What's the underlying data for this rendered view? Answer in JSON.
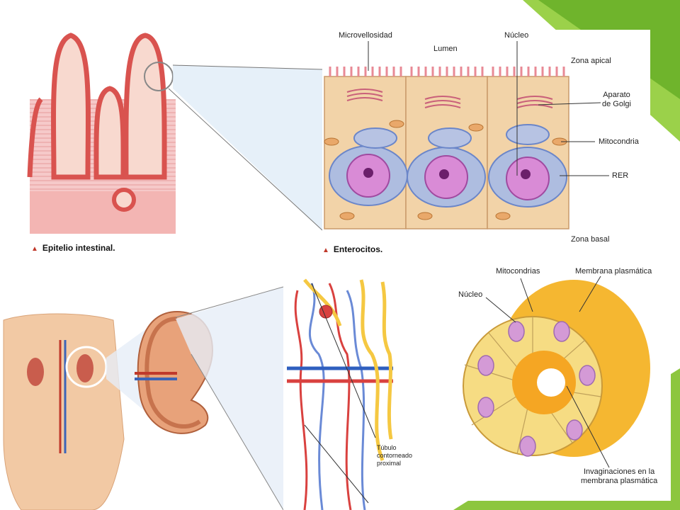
{
  "colors": {
    "accent_green": "#8dc63f",
    "accent_green_dark": "#5a9e1e",
    "villi_pink": "#e88a95",
    "cell_beige": "#f2d3a8",
    "nucleus_purple": "#c76bc2",
    "kidney_red": "#d9413f",
    "kidney_blue": "#5a7fc9",
    "tubule_yellow": "#f5c842",
    "ring_yellow": "#f2d36b",
    "ring_orange": "#f5a623"
  },
  "panels": {
    "intestinal": {
      "caption": "Epitelio intestinal."
    },
    "enterocytes": {
      "caption": "Enterocitos.",
      "labels": {
        "microvilli": "Microvellosidad",
        "lumen": "Lumen",
        "nucleus": "Núcleo",
        "apical": "Zona apical",
        "golgi_1": "Aparato",
        "golgi_2": "de Golgi",
        "mito": "Mitocondria",
        "rer": "RER",
        "basal": "Zona basal"
      }
    },
    "kidney": {
      "tubule_1": "Túbulo",
      "tubule_2": "contorneado",
      "tubule_3": "proximal"
    },
    "tubule_section": {
      "mitos": "Mitocondrias",
      "membrane": "Membrana plasmática",
      "nucleus": "Núcleo",
      "invag_1": "Invaginaciones en la",
      "invag_2": "membrana plasmática"
    }
  }
}
